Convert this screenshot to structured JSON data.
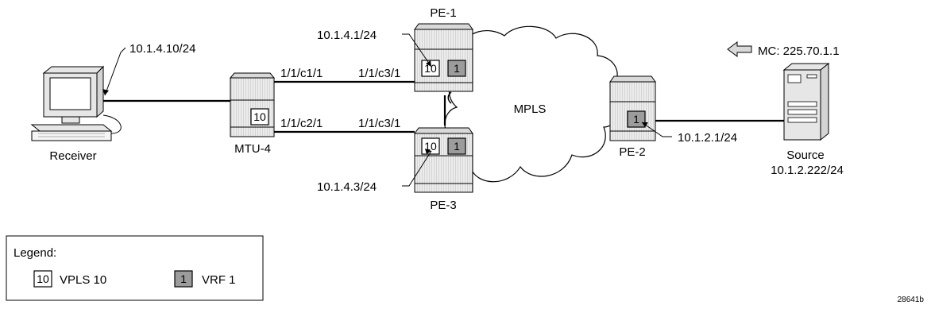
{
  "labels": {
    "receiver_ip": "10.1.4.10/24",
    "receiver": "Receiver",
    "mtu4": "MTU-4",
    "pe1": "PE-1",
    "pe2": "PE-2",
    "pe3": "PE-3",
    "pe1_ip": "10.1.4.1/24",
    "pe3_ip": "10.1.4.3/24",
    "pe2_ip": "10.1.2.1/24",
    "mtu_port_top": "1/1/c1/1",
    "mtu_port_bottom": "1/1/c2/1",
    "pe1_port": "1/1/c3/1",
    "pe3_port": "1/1/c3/1",
    "mpls": "MPLS",
    "mc": "MC: 225.70.1.1",
    "source": "Source",
    "source_ip": "10.1.2.222/24",
    "figure_id": "28641b"
  },
  "boxes": {
    "vpls": "10",
    "vrf": "1"
  },
  "legend": {
    "title": "Legend:",
    "vpls_box": "10",
    "vpls_label": "VPLS 10",
    "vrf_box": "1",
    "vrf_label": "VRF 1"
  },
  "colors": {
    "router_fill": "#e6e6e6",
    "vrf_fill": "#9c9c9c",
    "line": "#000000"
  }
}
